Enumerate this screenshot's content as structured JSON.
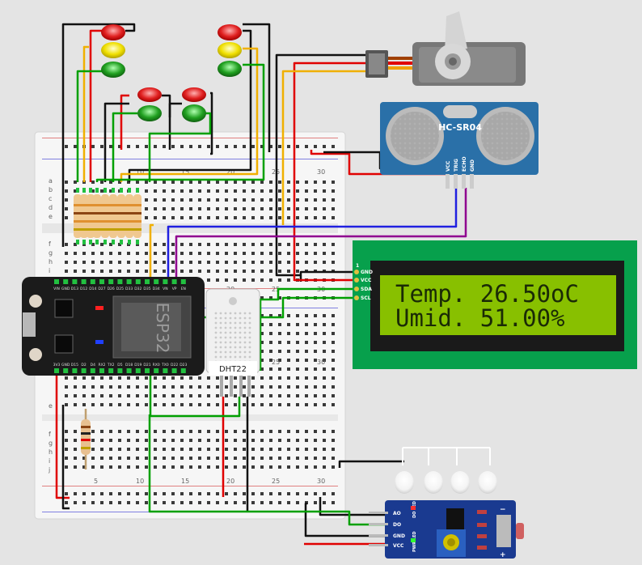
{
  "breadboard": {
    "top_numbers": [
      "10",
      "15",
      "20",
      "25",
      "30"
    ],
    "bottom_numbers": [
      "5",
      "10",
      "15",
      "20",
      "25",
      "30"
    ],
    "mid_numbers": [
      "20",
      "25",
      "30"
    ],
    "lower_mid_numbers": [
      "25",
      "30"
    ],
    "rows_top": [
      "a",
      "b",
      "c",
      "d",
      "e"
    ],
    "rows_mid": [
      "f",
      "g",
      "h",
      "i",
      "j"
    ],
    "rows_low": [
      "e"
    ],
    "rows_bottom": [
      "f",
      "g",
      "h",
      "i",
      "j"
    ]
  },
  "esp32": {
    "chip_label": "ESP32",
    "top_pins": [
      "VIN",
      "GND",
      "D13",
      "D12",
      "D14",
      "D27",
      "D26",
      "D25",
      "D33",
      "D32",
      "D35",
      "D34",
      "VN",
      "VP",
      "EN"
    ],
    "bottom_pins": [
      "3V3",
      "GND",
      "D15",
      "D2",
      "D4",
      "RX2",
      "TX2",
      "D5",
      "D18",
      "D19",
      "D21",
      "RX0",
      "TX0",
      "D22",
      "D23"
    ]
  },
  "dht": {
    "label": "DHT22"
  },
  "ultrasonic": {
    "label": "HC-SR04",
    "pins": [
      "VCC",
      "TRIG",
      "ECHO",
      "GND"
    ]
  },
  "lcd": {
    "pin_number": "1",
    "pins": [
      "GND",
      "VCC",
      "SDA",
      "SCL"
    ],
    "line1": "Temp. 26.50oC",
    "line2": "Umid. 51.00%",
    "backlight_color": "#88c000"
  },
  "ldr_module": {
    "pins": [
      "AO",
      "DO",
      "GND",
      "VCC"
    ],
    "led_labels": [
      "DO LED",
      "PWR LED"
    ],
    "terminal_minus": "−",
    "terminal_plus": "+"
  },
  "colors": {
    "red_wire": "#e00000",
    "black_wire": "#111111",
    "green_wire": "#00a000",
    "yellow_wire": "#f0b000",
    "blue_wire": "#2020e0",
    "purple_wire": "#900090",
    "white_wire": "#ffffff"
  }
}
